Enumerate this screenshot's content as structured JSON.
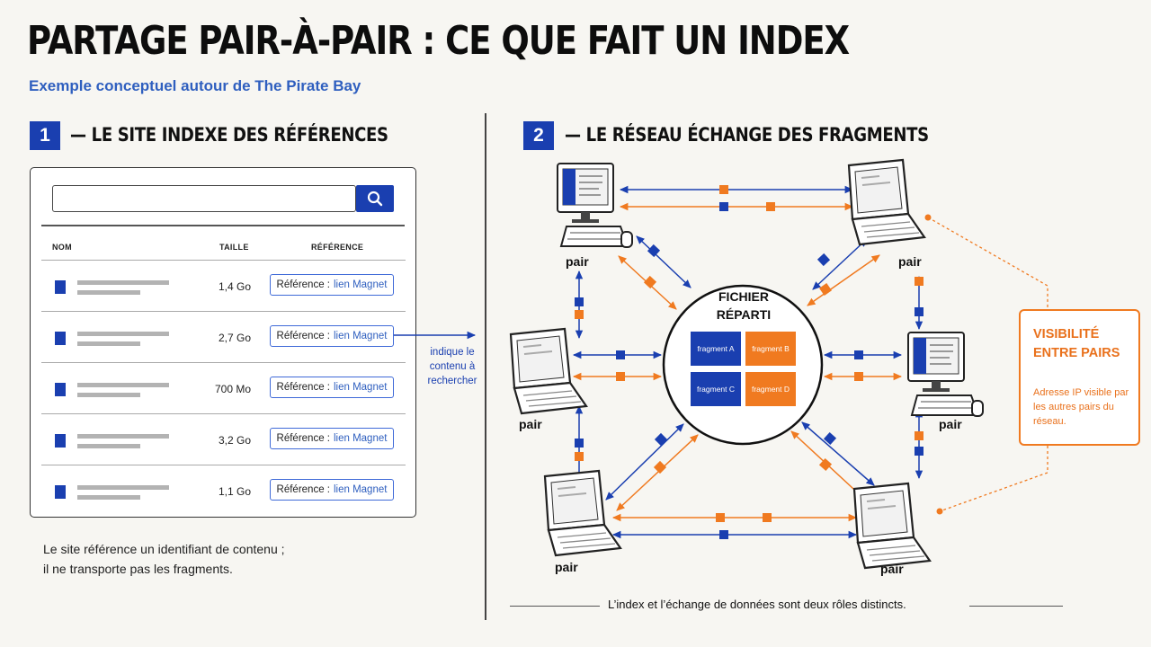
{
  "title": "PARTAGE PAIR-À-PAIR : CE QUE FAIT UN INDEX",
  "subtitle": "Exemple conceptuel autour de The Pirate Bay",
  "section1": {
    "number": "1",
    "title": "— LE SITE INDEXE DES RÉFÉRENCES"
  },
  "section2": {
    "number": "2",
    "title": "— LE RÉSEAU ÉCHANGE DES FRAGMENTS"
  },
  "index_table": {
    "headers": {
      "name": "NOM",
      "size": "TAILLE",
      "reference": "RÉFÉRENCE"
    },
    "rows": [
      {
        "size": "1,4 Go",
        "ref_prefix": "Référence :",
        "ref_link": "lien Magnet"
      },
      {
        "size": "2,7 Go",
        "ref_prefix": "Référence :",
        "ref_link": "lien Magnet"
      },
      {
        "size": "700 Mo",
        "ref_prefix": "Référence :",
        "ref_link": "lien Magnet"
      },
      {
        "size": "3,2 Go",
        "ref_prefix": "Référence :",
        "ref_link": "lien Magnet"
      },
      {
        "size": "1,1 Go",
        "ref_prefix": "Référence :",
        "ref_link": "lien Magnet"
      }
    ]
  },
  "arrow_label": "indique le contenu à rechercher",
  "left_note": {
    "line1": "Le site référence un identifiant de contenu ;",
    "line2": "il ne transporte pas les fragments."
  },
  "peer_label": "pair",
  "hub": {
    "line1": "FICHIER",
    "line2": "RÉPARTI",
    "fragments": [
      "fragment A",
      "fragment B",
      "fragment C",
      "fragment D"
    ]
  },
  "visibility": {
    "line1": "VISIBILITÉ",
    "line2": "ENTRE PAIRS",
    "text": "Adresse IP visible par les autres pairs du réseau."
  },
  "conclusion": "L’index et l’échange de données sont deux rôles distincts.",
  "colors": {
    "blue": "#1a3fb0",
    "orange": "#f07a20",
    "text_blue": "#2f5fbf"
  },
  "icons": {
    "search": "search-icon",
    "desktop": "desktop-computer-icon",
    "laptop": "laptop-icon",
    "document": "document-icon"
  }
}
